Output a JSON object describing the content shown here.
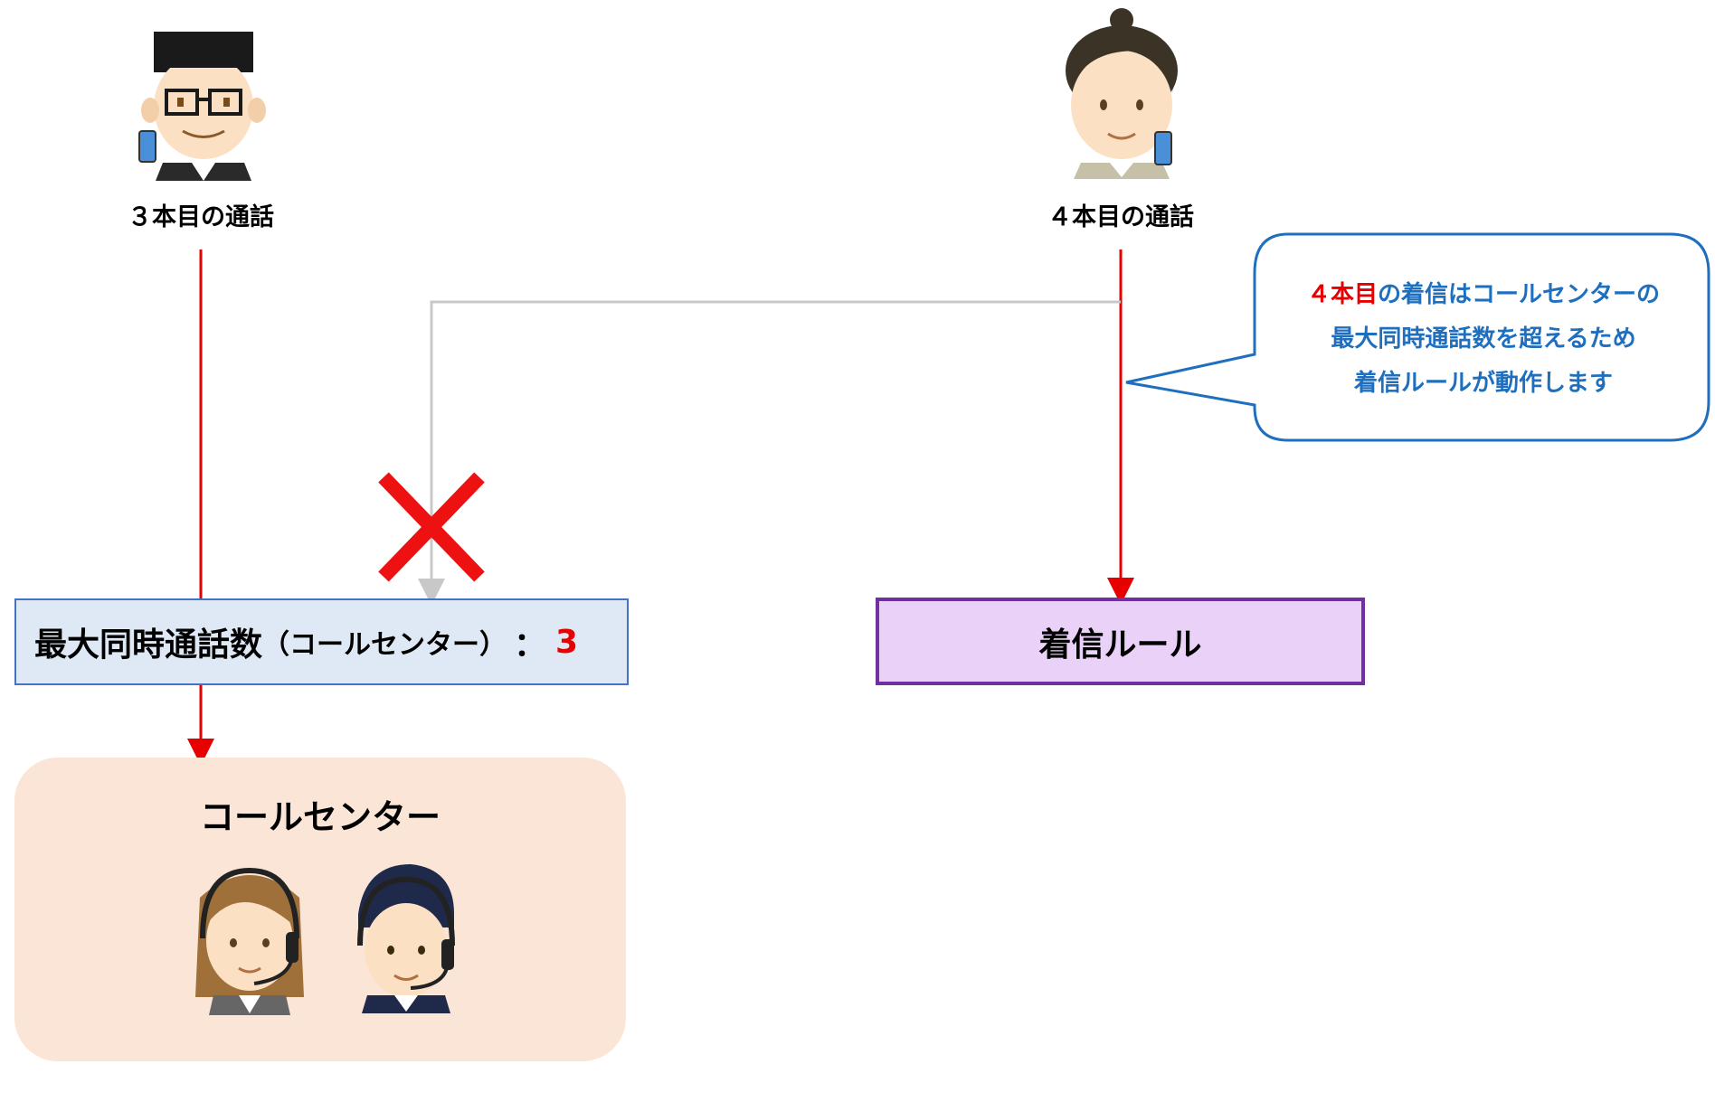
{
  "callers": [
    {
      "label": "３本目の通話"
    },
    {
      "label": "４本目の通話"
    }
  ],
  "limit_box": {
    "main": "最大同時通話数",
    "sub": "（コールセンター）",
    "separator": "：",
    "value": "3"
  },
  "rule_box": {
    "label": "着信ルール"
  },
  "call_center": {
    "title": "コールセンター"
  },
  "callout": {
    "line1_highlight": "４本目",
    "line1_rest": "の着信はコールセンターの",
    "line2": "最大同時通話数を超えるため",
    "line3": "着信ルールが動作します"
  },
  "colors": {
    "arrow_red": "#e60000",
    "arrow_gray": "#c8c8c8",
    "limit_fill": "#dfe9f6",
    "limit_border": "#4472c4",
    "rule_fill": "#ead1f7",
    "rule_border": "#7030a0",
    "callcenter_fill": "#fbe5d6",
    "callout_border": "#1f6fbf",
    "callout_text": "#1f6fbf"
  }
}
